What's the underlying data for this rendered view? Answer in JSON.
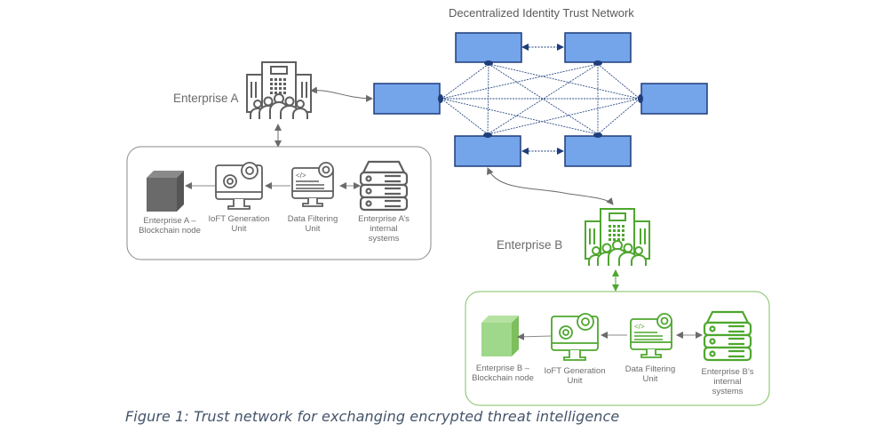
{
  "network": {
    "title": "Decentralized Identity Trust Network",
    "node_count": 6,
    "node_color": "#74a4ea",
    "node_border": "#1f3d7a",
    "link_color": "#2f4d86"
  },
  "enterprise_a": {
    "label": "Enterprise A",
    "color": "#5f5f5f",
    "components": [
      {
        "id": "blockchain-node",
        "label": "Enterprise A –\nBlockchain node"
      },
      {
        "id": "ioft-generation-unit",
        "label": "IoFT Generation\nUnit"
      },
      {
        "id": "data-filtering-unit",
        "label": "Data Filtering\nUnit"
      },
      {
        "id": "internal-systems",
        "label": "Enterprise A’s\ninternal\nsystems"
      }
    ]
  },
  "enterprise_b": {
    "label": "Enterprise B",
    "color": "#4ea72e",
    "components": [
      {
        "id": "blockchain-node",
        "label": "Enterprise B –\nBlockchain node"
      },
      {
        "id": "ioft-generation-unit",
        "label": "IoFT Generation\nUnit"
      },
      {
        "id": "data-filtering-unit",
        "label": "Data Filtering\nUnit"
      },
      {
        "id": "internal-systems",
        "label": "Enterprise B’s\ninternal\nsystems"
      }
    ]
  },
  "caption": "Figure 1: Trust network for exchanging encrypted threat intelligence"
}
